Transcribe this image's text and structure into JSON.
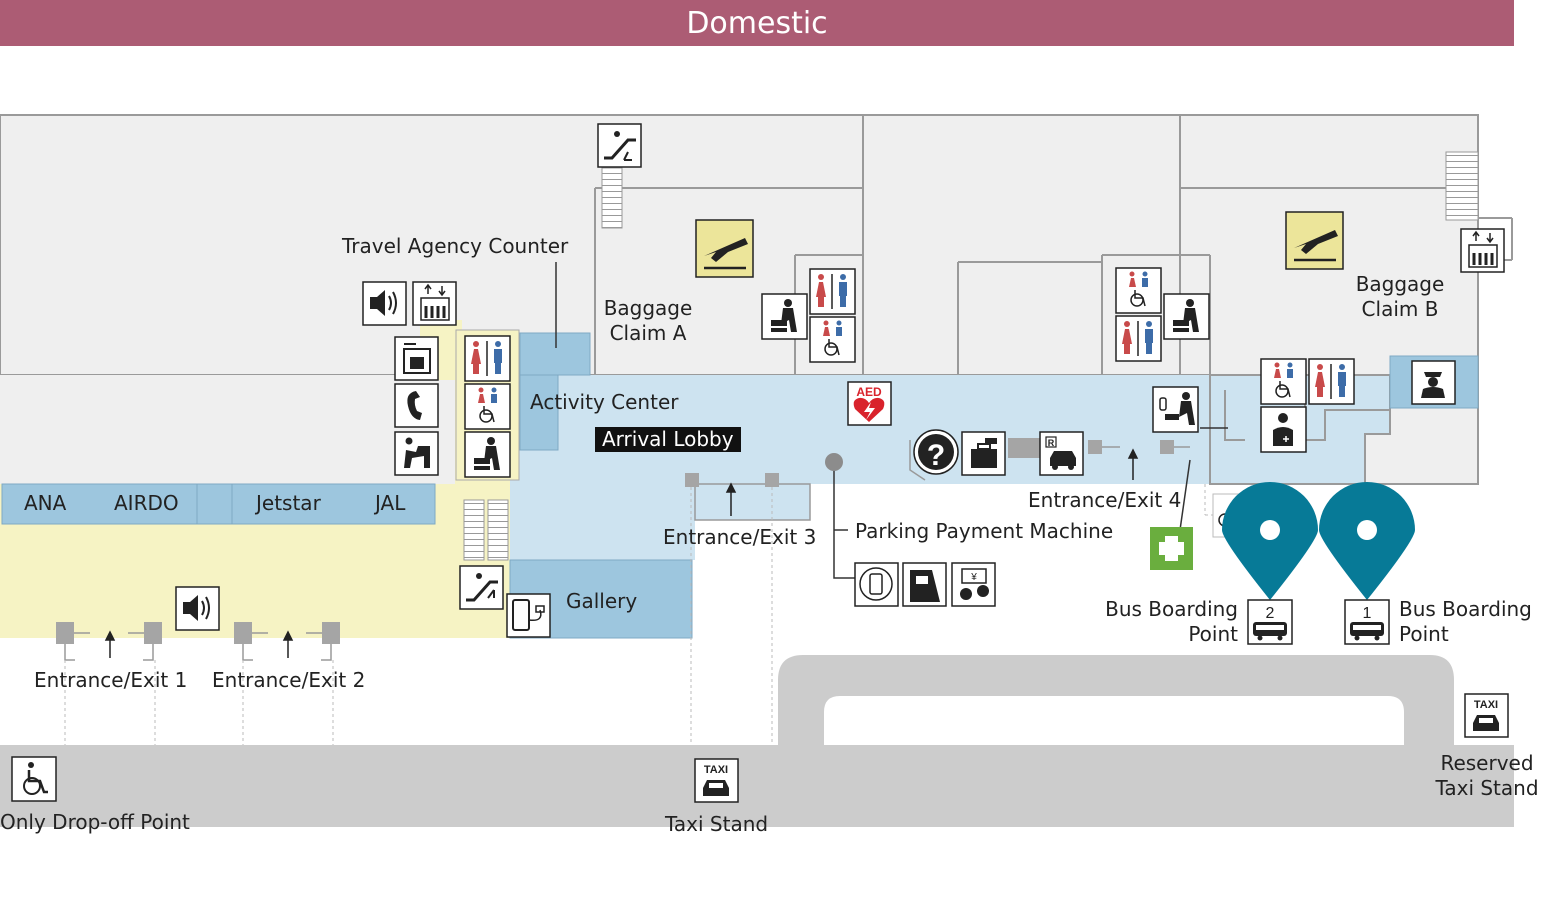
{
  "header": {
    "title": "Domestic"
  },
  "labels": {
    "travel_agency": "Travel Agency Counter",
    "baggage_a": [
      "Baggage",
      "Claim A"
    ],
    "baggage_b": [
      "Baggage",
      "Claim B"
    ],
    "activity_center": "Activity Center",
    "arrival_lobby": "Arrival Lobby",
    "gallery": "Gallery",
    "parking_payment": "Parking Payment Machine",
    "entrance_1": "Entrance/Exit 1",
    "entrance_2": "Entrance/Exit 2",
    "entrance_3": "Entrance/Exit 3",
    "entrance_4": "Entrance/Exit 4",
    "bus_point_2": [
      "Bus Boarding",
      "Point"
    ],
    "bus_point_1": [
      "Bus Boarding",
      "Point"
    ],
    "drop_off": "Only Drop-off Point",
    "taxi_stand": "Taxi Stand",
    "reserved_taxi": [
      "Reserved",
      "Taxi Stand"
    ]
  },
  "airline_counters": [
    "ANA",
    "AIRDO",
    "Jetstar",
    "JAL"
  ],
  "icon_text": {
    "taxi": "TAXI",
    "aed": "AED",
    "bus_2": "2",
    "bus_1": "1",
    "parking_sign": "R"
  },
  "colors": {
    "banner": "#ac5c74",
    "building_gray": "#efefef",
    "lobby_blue": "#cde3f0",
    "counter_blue": "#9dc6de",
    "checkin_yellow": "#f6f3c4",
    "road_gray": "#cccccc",
    "bus_pin": "#077a97",
    "first_aid": "#6aae3e",
    "aed_red": "#d9232c",
    "departure_sign": "#ece59a"
  }
}
